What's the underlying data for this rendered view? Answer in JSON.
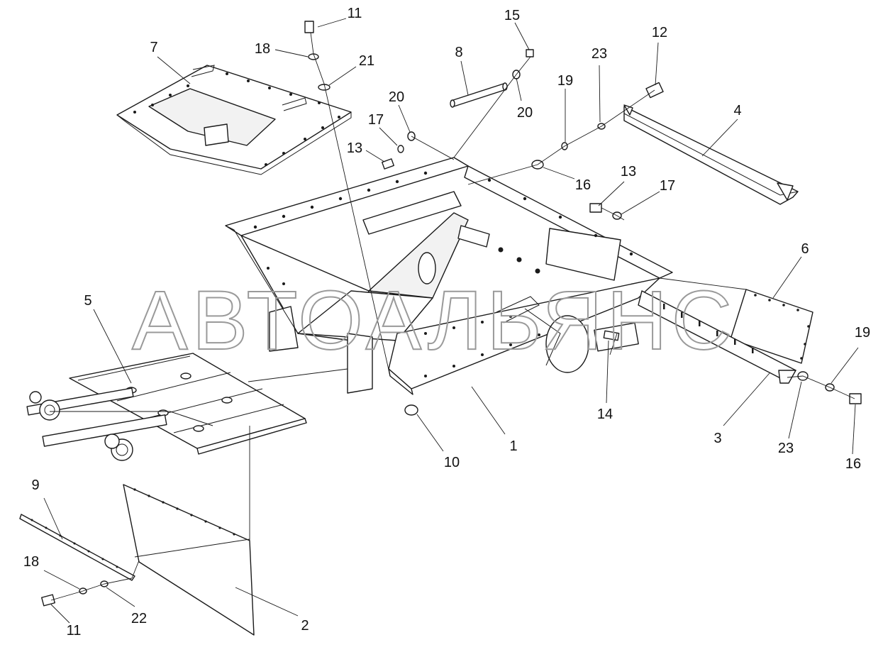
{
  "watermark": "АВТОАЛЬЯНС",
  "callouts": [
    {
      "id": "c11a",
      "label": "11"
    },
    {
      "id": "c18a",
      "label": "18"
    },
    {
      "id": "c21",
      "label": "21"
    },
    {
      "id": "c7",
      "label": "7"
    },
    {
      "id": "c8",
      "label": "8"
    },
    {
      "id": "c15",
      "label": "15"
    },
    {
      "id": "c20a",
      "label": "20"
    },
    {
      "id": "c20b",
      "label": "20"
    },
    {
      "id": "c23a",
      "label": "23"
    },
    {
      "id": "c12",
      "label": "12"
    },
    {
      "id": "c19a",
      "label": "19"
    },
    {
      "id": "c4",
      "label": "4"
    },
    {
      "id": "c17a",
      "label": "17"
    },
    {
      "id": "c13a",
      "label": "13"
    },
    {
      "id": "c16a",
      "label": "16"
    },
    {
      "id": "c13b",
      "label": "13"
    },
    {
      "id": "c17b",
      "label": "17"
    },
    {
      "id": "c6",
      "label": "6"
    },
    {
      "id": "c5",
      "label": "5"
    },
    {
      "id": "c14",
      "label": "14"
    },
    {
      "id": "c3",
      "label": "3"
    },
    {
      "id": "c19b",
      "label": "19"
    },
    {
      "id": "c23b",
      "label": "23"
    },
    {
      "id": "c16b",
      "label": "16"
    },
    {
      "id": "c1",
      "label": "1"
    },
    {
      "id": "c10",
      "label": "10"
    },
    {
      "id": "c9",
      "label": "9"
    },
    {
      "id": "c18b",
      "label": "18"
    },
    {
      "id": "c22",
      "label": "22"
    },
    {
      "id": "c11b",
      "label": "11"
    },
    {
      "id": "c2",
      "label": "2"
    }
  ]
}
